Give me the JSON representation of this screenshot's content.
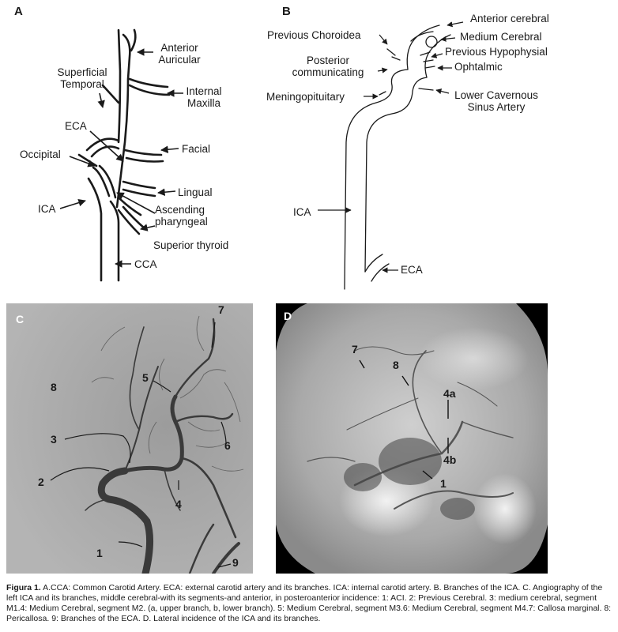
{
  "panels": {
    "a": {
      "letter": "A",
      "labels": {
        "anterior_auricular": [
          "Anterior",
          "Auricular"
        ],
        "superficial_temporal": [
          "Superficial",
          "Temporal"
        ],
        "internal_maxilla": [
          "Internal",
          "Maxilla"
        ],
        "eca": "ECA",
        "facial": "Facial",
        "occipital": "Occipital",
        "lingual": "Lingual",
        "ica": "ICA",
        "ascending_pharyngeal": [
          "Ascending",
          "pharyngeal"
        ],
        "superior_thyroid": "Superior thyroid",
        "cca": "CCA"
      }
    },
    "b": {
      "letter": "B",
      "labels": {
        "anterior_cerebral": "Anterior cerebral",
        "previous_choroidea": "Previous Choroidea",
        "medium_cerebral": "Medium Cerebral",
        "posterior_communicating": [
          "Posterior",
          "communicating"
        ],
        "previous_hypophysial": "Previous Hypophysial",
        "ophtalmic": "Ophtalmic",
        "meningopituitary": "Meningopituitary",
        "lower_cavernous": [
          "Lower Cavernous",
          "Sinus Artery"
        ],
        "ica": "ICA",
        "eca": "ECA"
      }
    },
    "c": {
      "letter": "C",
      "numbers": [
        "1",
        "2",
        "3",
        "4",
        "5",
        "6",
        "7",
        "8",
        "9"
      ]
    },
    "d": {
      "letter": "D",
      "numbers": [
        "7",
        "8",
        "4a",
        "4b",
        "1"
      ]
    }
  },
  "caption": {
    "bold": "Figura 1.",
    "text": " A.CCA: Common Carotid Artery. ECA: external carotid artery and its branches. ICA: internal carotid artery. B. Branches of the ICA. C. Angiography of the left ICA and its branches, middle cerebral-with its segments-and anterior, in posteroanterior incidence: 1: ACI. 2: Previous Cerebral. 3: medium cerebral, segment M1.4: Medium Cerebral, segment M2. (a, upper branch, b, lower branch). 5: Medium Cerebral, segment M3.6: Medium Cerebral, segment M4.7: Callosa marginal. 8: Pericallosa. 9: Branches of the ECA. D. Lateral incidence of the ICA and its branches."
  }
}
